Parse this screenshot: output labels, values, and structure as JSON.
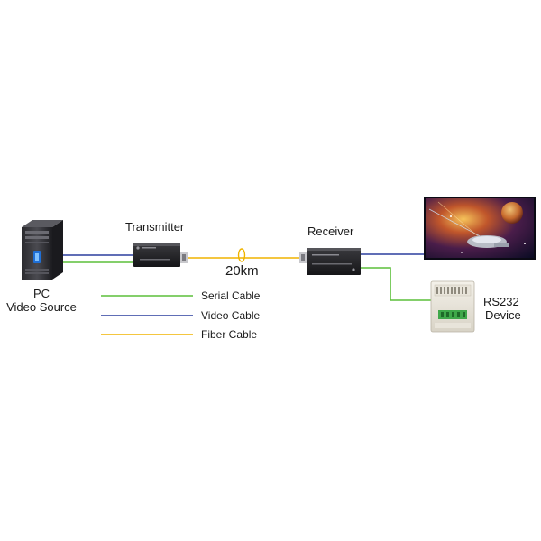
{
  "nodes": {
    "pc": {
      "line1": "PC",
      "line2": "Video Source"
    },
    "transmitter": {
      "label": "Transmitter"
    },
    "receiver": {
      "label": "Receiver"
    },
    "rs232": {
      "line1": "RS232",
      "line2": "Device"
    }
  },
  "link": {
    "distance": "20km"
  },
  "legend": [
    {
      "label": "Serial Cable",
      "color": "#5bbf3a"
    },
    {
      "label": "Video Cable",
      "color": "#2b3f9e"
    },
    {
      "label": "Fiber Cable",
      "color": "#f0b400"
    }
  ],
  "colors": {
    "serial": "#5bbf3a",
    "video": "#2b3f9e",
    "fiber": "#f0b400"
  }
}
